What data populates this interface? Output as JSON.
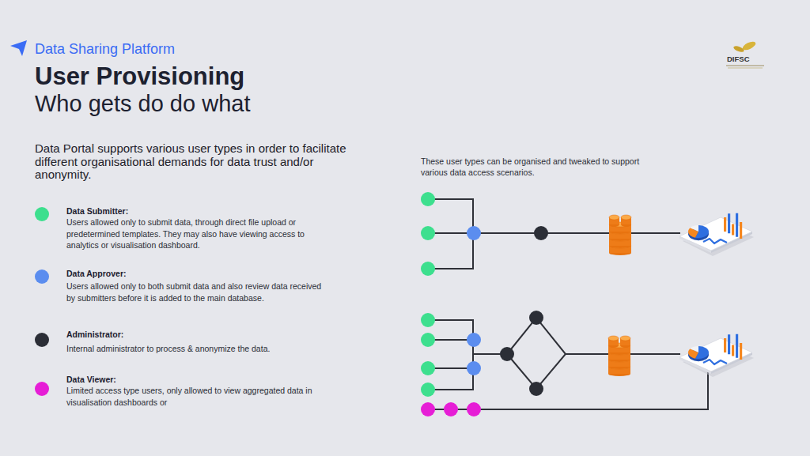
{
  "diagram": {
    "title": "User Provisioning",
    "labels": [
      "Data Sharing Platform",
      "Who gets do do what",
      "Data Portal supports various user types in order to facilitate different organisational demands for data trust and/or anonymity.",
      "Users allowed only to submit data, through direct file upload or predetermined templates. They may also have viewing access to analytics or visualisation dashboard.",
      "Users allowed only to both submit data and also review data received by submitters before it is added to the main database.",
      "Internal administrator to process & anonymize the data.",
      "Limited access type users, only allowed to view aggregated data in visualisation dashboards or",
      "These user types can be organised and tweaked to support various data access scenarios.",
      "DIFSC"
    ],
    "legend": [
      {
        "text": "Data Submitter:",
        "color": "#3ddf8e"
      },
      {
        "text": "Data Approver:",
        "color": "#5b8def"
      },
      {
        "text": "Administrator:",
        "color": "#2b2e36"
      },
      {
        "text": "Data Viewer:",
        "color": "#e61ed6"
      }
    ]
  }
}
